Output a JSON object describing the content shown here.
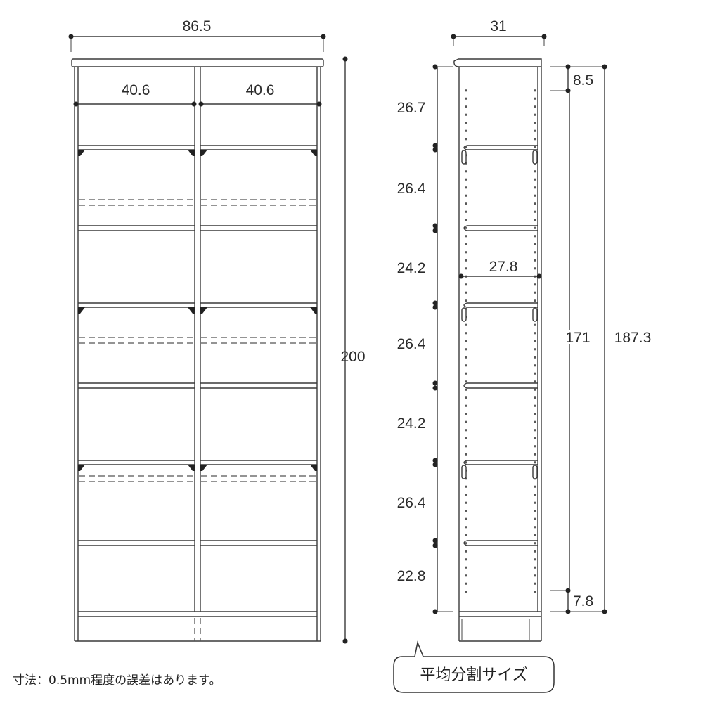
{
  "front": {
    "width": "86.5",
    "height": "200",
    "bay_left": "40.6",
    "bay_right": "40.6"
  },
  "side": {
    "depth": "31",
    "shelf_depth": "27.8",
    "top_gap": "8.5",
    "inner_height": "171",
    "overall_height": "187.3",
    "bottom_gap": "7.8",
    "pitches": [
      "26.7",
      "26.4",
      "24.2",
      "26.4",
      "24.2",
      "26.4",
      "22.8"
    ]
  },
  "notes": {
    "tolerance": "寸法：0.5mm程度の誤差はあります。",
    "average_label": "平均分割サイズ"
  }
}
